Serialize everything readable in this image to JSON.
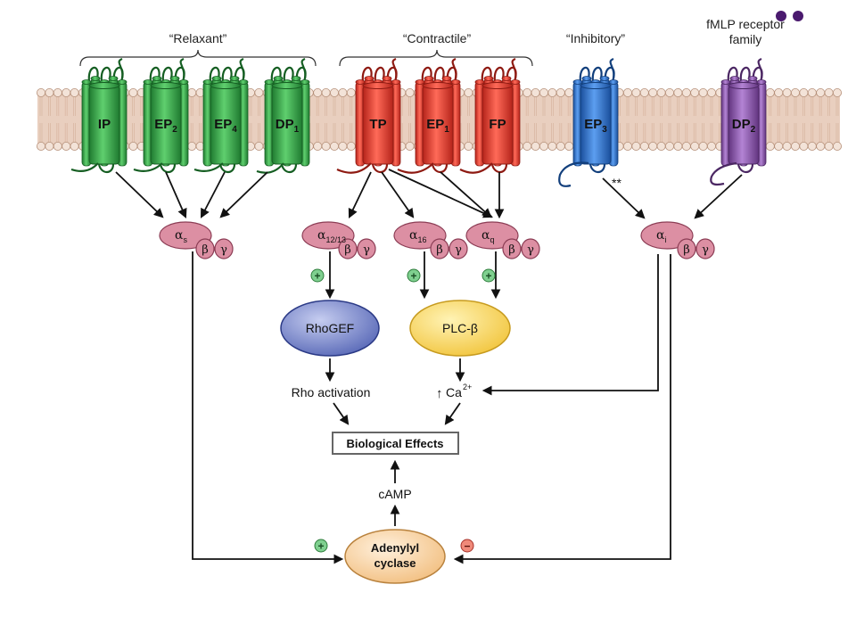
{
  "groups": {
    "relaxant": "“Relaxant”",
    "contractile": "“Contractile”",
    "inhibitory": "“Inhibitory”",
    "fmlp_line1": "fMLP receptor",
    "fmlp_line2": "family"
  },
  "receptors": {
    "ip": {
      "base": "IP",
      "sub": ""
    },
    "ep2": {
      "base": "EP",
      "sub": "2"
    },
    "ep4": {
      "base": "EP",
      "sub": "4"
    },
    "dp1": {
      "base": "DP",
      "sub": "1"
    },
    "tp": {
      "base": "TP",
      "sub": ""
    },
    "ep1": {
      "base": "EP",
      "sub": "1"
    },
    "fp": {
      "base": "FP",
      "sub": ""
    },
    "ep3": {
      "base": "EP",
      "sub": "3"
    },
    "dp2": {
      "base": "DP",
      "sub": "2"
    }
  },
  "gproteins": {
    "alpha": "α",
    "beta": "β",
    "gamma": "γ",
    "s_sub": "s",
    "g1213_sub": "12/13",
    "g16_sub": "16",
    "q_sub": "q",
    "i_sub": "i"
  },
  "effectors": {
    "rhogef": "RhoGEF",
    "plc": "PLC-β",
    "rho_activation": "Rho activation",
    "ca_arrow": "↑",
    "ca": "Ca",
    "ca_sup": "2+",
    "biological_effects": "Biological Effects",
    "camp": "cAMP",
    "adenylyl_line1": "Adenylyl",
    "adenylyl_line2": "cyclase",
    "double_star": "**",
    "plus": "+",
    "minus": "−"
  },
  "colors": {
    "relaxant": "#2a9d3f",
    "contractile": "#e8392b",
    "inhibitory": "#2a6cc4",
    "fmlp": "#8b4fb0",
    "gprotein": "#dc8fa3",
    "rhogef": "#6f7fc4",
    "plc": "#f6d25a",
    "adenylyl": "#f6d0a0",
    "membrane": "#e7c9b6"
  }
}
